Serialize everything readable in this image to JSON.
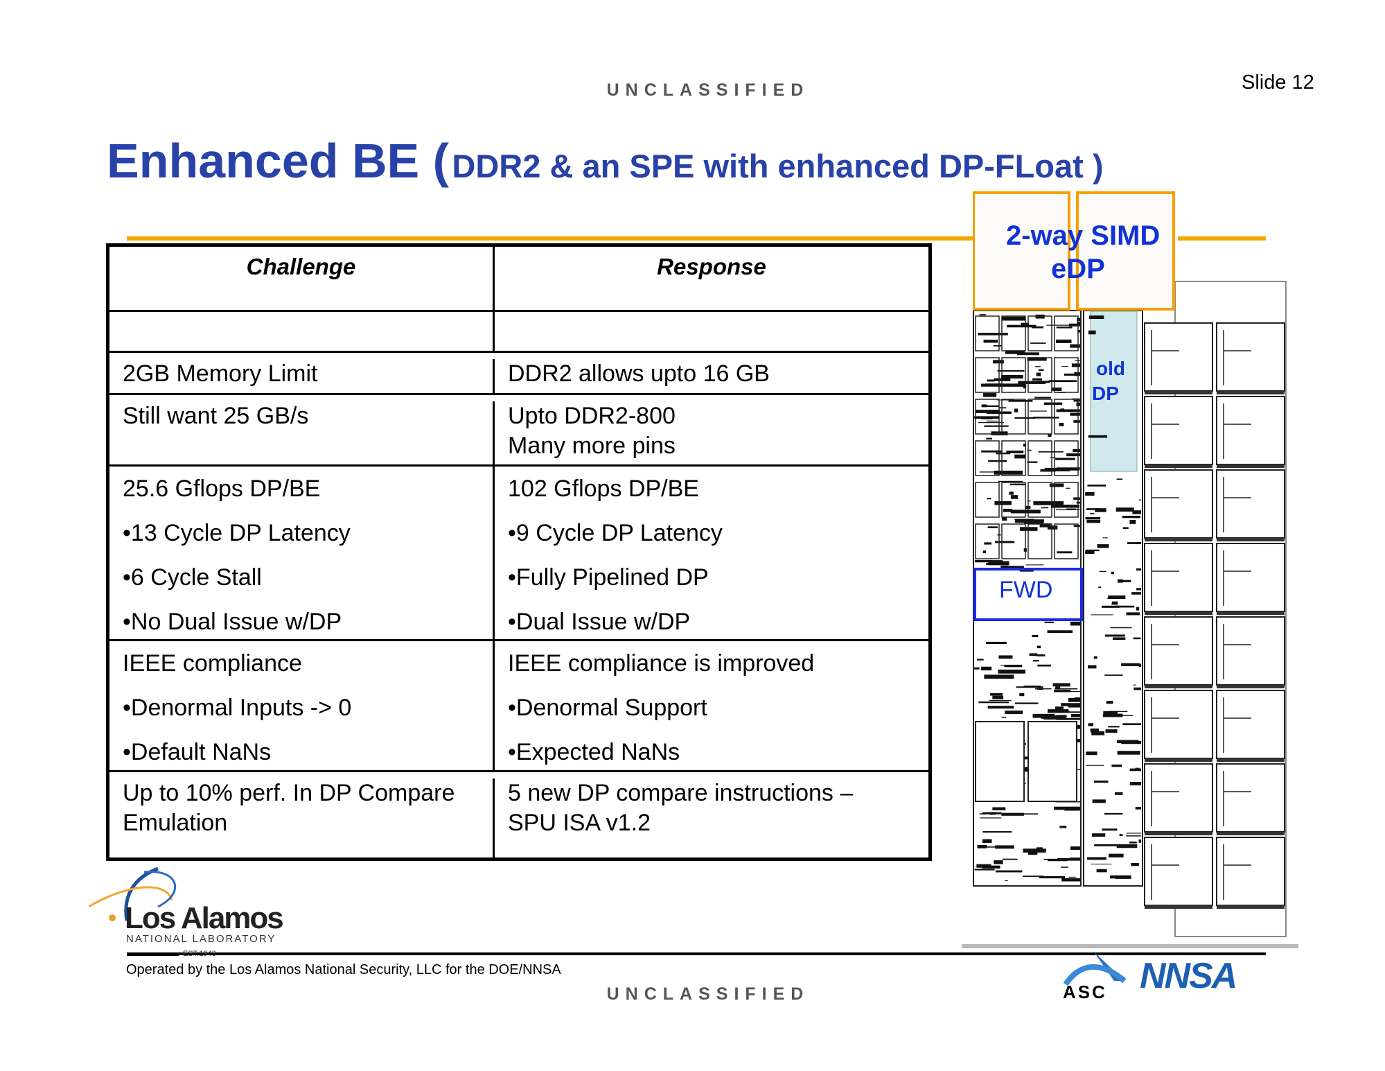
{
  "header": {
    "classification": "UNCLASSIFIED",
    "slide_number": "Slide 12"
  },
  "title": {
    "main": "Enhanced BE (",
    "sub": "DDR2 & an SPE with enhanced DP-FLoat )"
  },
  "table": {
    "headers": [
      "Challenge",
      "Response"
    ],
    "rows": [
      {
        "challenge": [
          ""
        ],
        "response": [
          ""
        ]
      },
      {
        "challenge": [
          "2GB Memory Limit"
        ],
        "response": [
          "DDR2 allows upto 16 GB"
        ]
      },
      {
        "challenge": [
          "Still want 25 GB/s"
        ],
        "response": [
          "Upto DDR2-800",
          "Many more pins"
        ]
      },
      {
        "challenge": [
          "25.6 Gflops DP/BE",
          "•13 Cycle DP Latency",
          "•6 Cycle Stall",
          "•No Dual Issue w/DP"
        ],
        "response": [
          "102 Gflops DP/BE",
          "•9 Cycle DP Latency",
          "•Fully Pipelined DP",
          "•Dual Issue w/DP"
        ]
      },
      {
        "challenge": [
          "IEEE compliance",
          "•Denormal Inputs -> 0",
          "•Default NaNs"
        ],
        "response": [
          "IEEE compliance is improved",
          "•Denormal Support",
          "•Expected NaNs"
        ]
      },
      {
        "challenge": [
          "Up to 10% perf. In DP Compare",
          "Emulation"
        ],
        "response": [
          "5 new DP compare instructions –",
          "SPU ISA v1.2"
        ]
      }
    ]
  },
  "die_labels": {
    "simd_line1": "2-way SIMD",
    "simd_line2": "eDP",
    "old_dp_line1": "old",
    "old_dp_line2": "DP",
    "fwd": "FWD"
  },
  "footer": {
    "lab_name": "Los Alamos",
    "lab_sub": "NATIONAL LABORATORY",
    "lab_est": "EST.1943",
    "operated_by": "Operated by the Los Alamos National Security, LLC for the DOE/NNSA",
    "classification": "UNCLASSIFIED",
    "asc_logo": "ASC",
    "nnsa_logo": "NNSA"
  },
  "colors": {
    "title_blue": "#2842a8",
    "accent_orange": "#f5a800",
    "die_label_blue": "#1232d6"
  }
}
